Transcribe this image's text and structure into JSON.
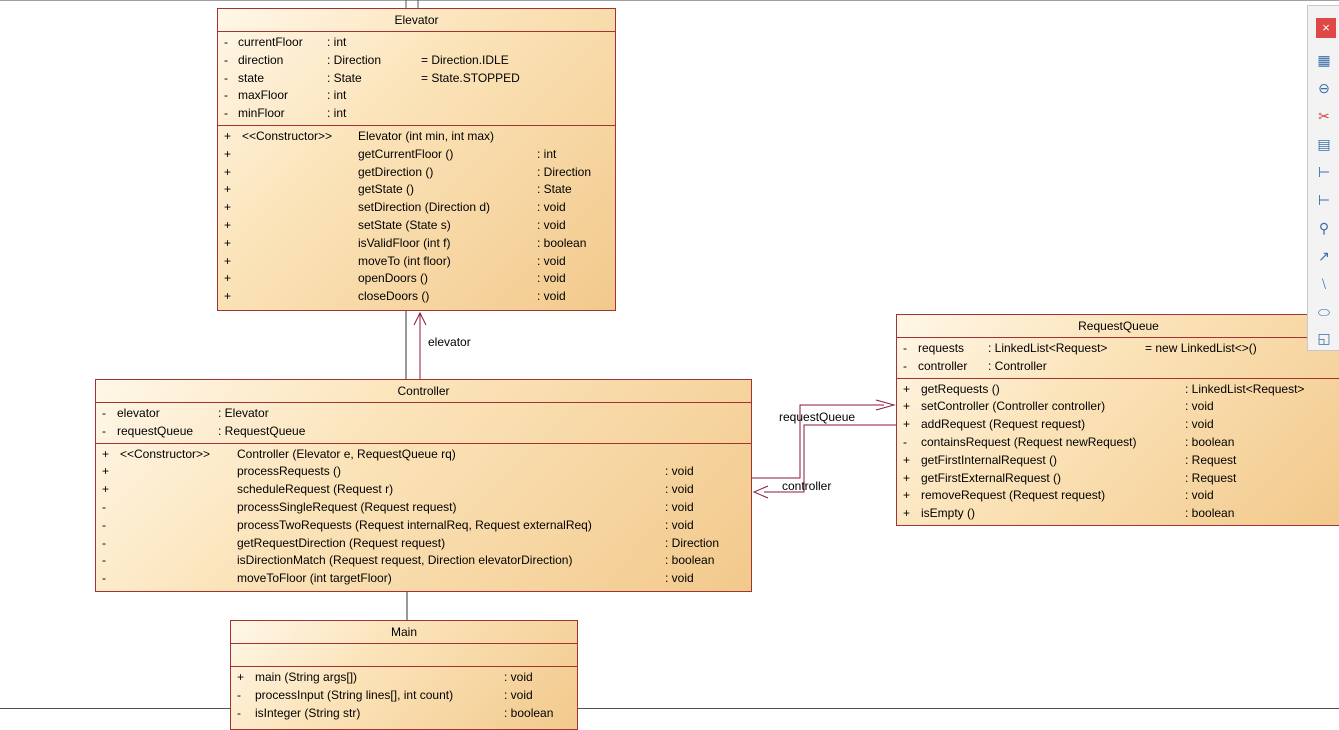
{
  "classes": {
    "elevator": {
      "name": "Elevator",
      "attributes": [
        {
          "vis": "-",
          "name": "currentFloor",
          "type": ": int",
          "init": ""
        },
        {
          "vis": "-",
          "name": "direction",
          "type": ": Direction",
          "init": "= Direction.IDLE"
        },
        {
          "vis": "-",
          "name": "state",
          "type": ": State",
          "init": "= State.STOPPED"
        },
        {
          "vis": "-",
          "name": "maxFloor",
          "type": ": int",
          "init": ""
        },
        {
          "vis": "-",
          "name": "minFloor",
          "type": ": int",
          "init": ""
        }
      ],
      "operations": [
        {
          "vis": "+",
          "stereo": "<<Constructor>>",
          "sig": "Elevator (int min, int max)",
          "ret": ""
        },
        {
          "vis": "+",
          "stereo": "",
          "sig": "getCurrentFloor ()",
          "ret": ": int"
        },
        {
          "vis": "+",
          "stereo": "",
          "sig": "getDirection ()",
          "ret": ": Direction"
        },
        {
          "vis": "+",
          "stereo": "",
          "sig": "getState ()",
          "ret": ": State"
        },
        {
          "vis": "+",
          "stereo": "",
          "sig": "setDirection (Direction d)",
          "ret": ": void"
        },
        {
          "vis": "+",
          "stereo": "",
          "sig": "setState (State s)",
          "ret": ": void"
        },
        {
          "vis": "+",
          "stereo": "",
          "sig": "isValidFloor (int f)",
          "ret": ": boolean"
        },
        {
          "vis": "+",
          "stereo": "",
          "sig": "moveTo (int floor)",
          "ret": ": void"
        },
        {
          "vis": "+",
          "stereo": "",
          "sig": "openDoors ()",
          "ret": ": void"
        },
        {
          "vis": "+",
          "stereo": "",
          "sig": "closeDoors ()",
          "ret": ": void"
        }
      ]
    },
    "controller": {
      "name": "Controller",
      "attributes": [
        {
          "vis": "-",
          "name": "elevator",
          "type": ": Elevator",
          "init": ""
        },
        {
          "vis": "-",
          "name": "requestQueue",
          "type": ": RequestQueue",
          "init": ""
        }
      ],
      "operations": [
        {
          "vis": "+",
          "stereo": "<<Constructor>>",
          "sig": "Controller (Elevator e, RequestQueue rq)",
          "ret": ""
        },
        {
          "vis": "+",
          "stereo": "",
          "sig": "processRequests ()",
          "ret": ": void"
        },
        {
          "vis": "+",
          "stereo": "",
          "sig": "scheduleRequest (Request r)",
          "ret": ": void"
        },
        {
          "vis": "-",
          "stereo": "",
          "sig": "processSingleRequest (Request request)",
          "ret": ": void"
        },
        {
          "vis": "-",
          "stereo": "",
          "sig": "processTwoRequests (Request internalReq, Request externalReq)",
          "ret": ": void"
        },
        {
          "vis": "-",
          "stereo": "",
          "sig": "getRequestDirection (Request request)",
          "ret": ": Direction"
        },
        {
          "vis": "-",
          "stereo": "",
          "sig": "isDirectionMatch (Request request, Direction elevatorDirection)",
          "ret": ": boolean"
        },
        {
          "vis": "-",
          "stereo": "",
          "sig": "moveToFloor (int targetFloor)",
          "ret": ": void"
        }
      ]
    },
    "requestqueue": {
      "name": "RequestQueue",
      "attributes": [
        {
          "vis": "-",
          "name": "requests",
          "type": ": LinkedList<Request>",
          "init": "= new LinkedList<>()"
        },
        {
          "vis": "-",
          "name": "controller",
          "type": ": Controller",
          "init": ""
        }
      ],
      "operations": [
        {
          "vis": "+",
          "sig": "getRequests ()",
          "ret": ": LinkedList<Request>"
        },
        {
          "vis": "+",
          "sig": "setController (Controller controller)",
          "ret": ": void"
        },
        {
          "vis": "+",
          "sig": "addRequest (Request request)",
          "ret": ": void"
        },
        {
          "vis": "-",
          "sig": "containsRequest (Request newRequest)",
          "ret": ": boolean"
        },
        {
          "vis": "+",
          "sig": "getFirstInternalRequest ()",
          "ret": ": Request"
        },
        {
          "vis": "+",
          "sig": "getFirstExternalRequest ()",
          "ret": ": Request"
        },
        {
          "vis": "+",
          "sig": "removeRequest (Request request)",
          "ret": ": void"
        },
        {
          "vis": "+",
          "sig": "isEmpty ()",
          "ret": ": boolean"
        }
      ]
    },
    "main": {
      "name": "Main",
      "operations": [
        {
          "vis": "+",
          "sig": "main (String args[])",
          "ret": ": void"
        },
        {
          "vis": "-",
          "sig": "processInput (String lines[], int count)",
          "ret": ": void"
        },
        {
          "vis": "-",
          "sig": "isInteger (String str)",
          "ret": ": boolean"
        }
      ]
    }
  },
  "associations": {
    "elevator_role": "elevator",
    "request_queue_role": "requestQueue",
    "controller_role": "controller"
  },
  "toolbar": {
    "close": "×",
    "icons": [
      "diagram-properties-icon",
      "zoom-out-icon",
      "cut-icon",
      "class-icon",
      "package-tree-icon",
      "package-tree-alt-icon",
      "interface-icon",
      "dependency-icon",
      "line-icon",
      "ellipse-icon",
      "note-icon"
    ]
  },
  "colors": {
    "class_border": "#a33333",
    "association_line": "#8b1a3a",
    "class_fill_light": "#fff7e8",
    "class_fill_dark": "#f2c98c"
  }
}
